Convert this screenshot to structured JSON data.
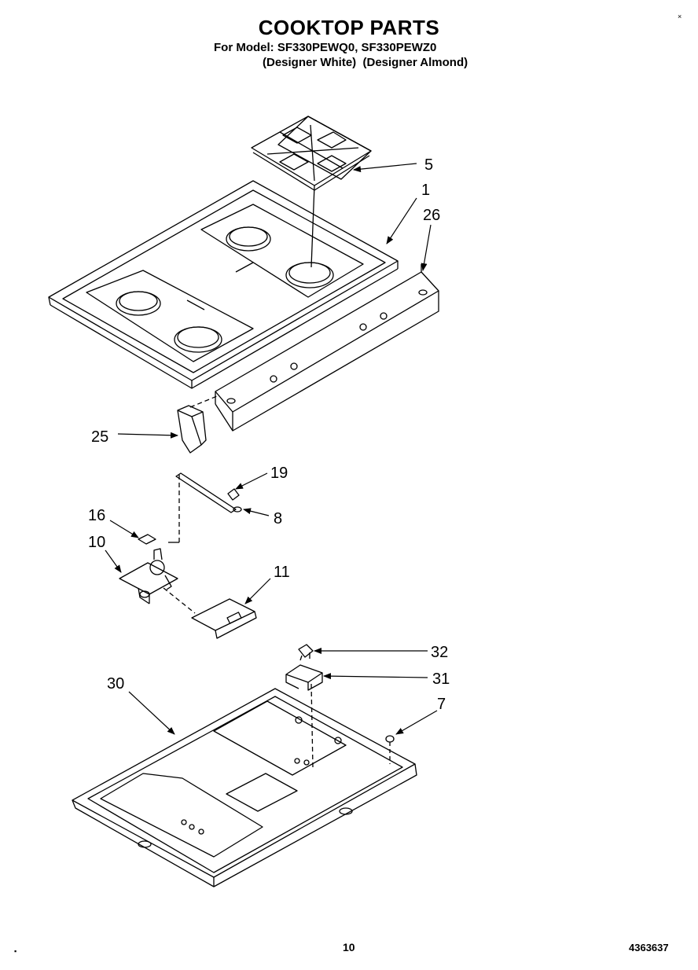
{
  "header": {
    "title": "COOKTOP PARTS",
    "model_line": "For Model: SF330PEWQ0, SF330PEWZ0",
    "finish_line": "(Designer White)  (Designer Almond)"
  },
  "callouts": [
    {
      "id": "5",
      "label": "5"
    },
    {
      "id": "1",
      "label": "1"
    },
    {
      "id": "26",
      "label": "26"
    },
    {
      "id": "25",
      "label": "25"
    },
    {
      "id": "19",
      "label": "19"
    },
    {
      "id": "8",
      "label": "8"
    },
    {
      "id": "16",
      "label": "16"
    },
    {
      "id": "10",
      "label": "10"
    },
    {
      "id": "11",
      "label": "11"
    },
    {
      "id": "32",
      "label": "32"
    },
    {
      "id": "31",
      "label": "31"
    },
    {
      "id": "30",
      "label": "30"
    },
    {
      "id": "7",
      "label": "7"
    }
  ],
  "footer": {
    "page_number": "10",
    "doc_number": "4363637"
  }
}
